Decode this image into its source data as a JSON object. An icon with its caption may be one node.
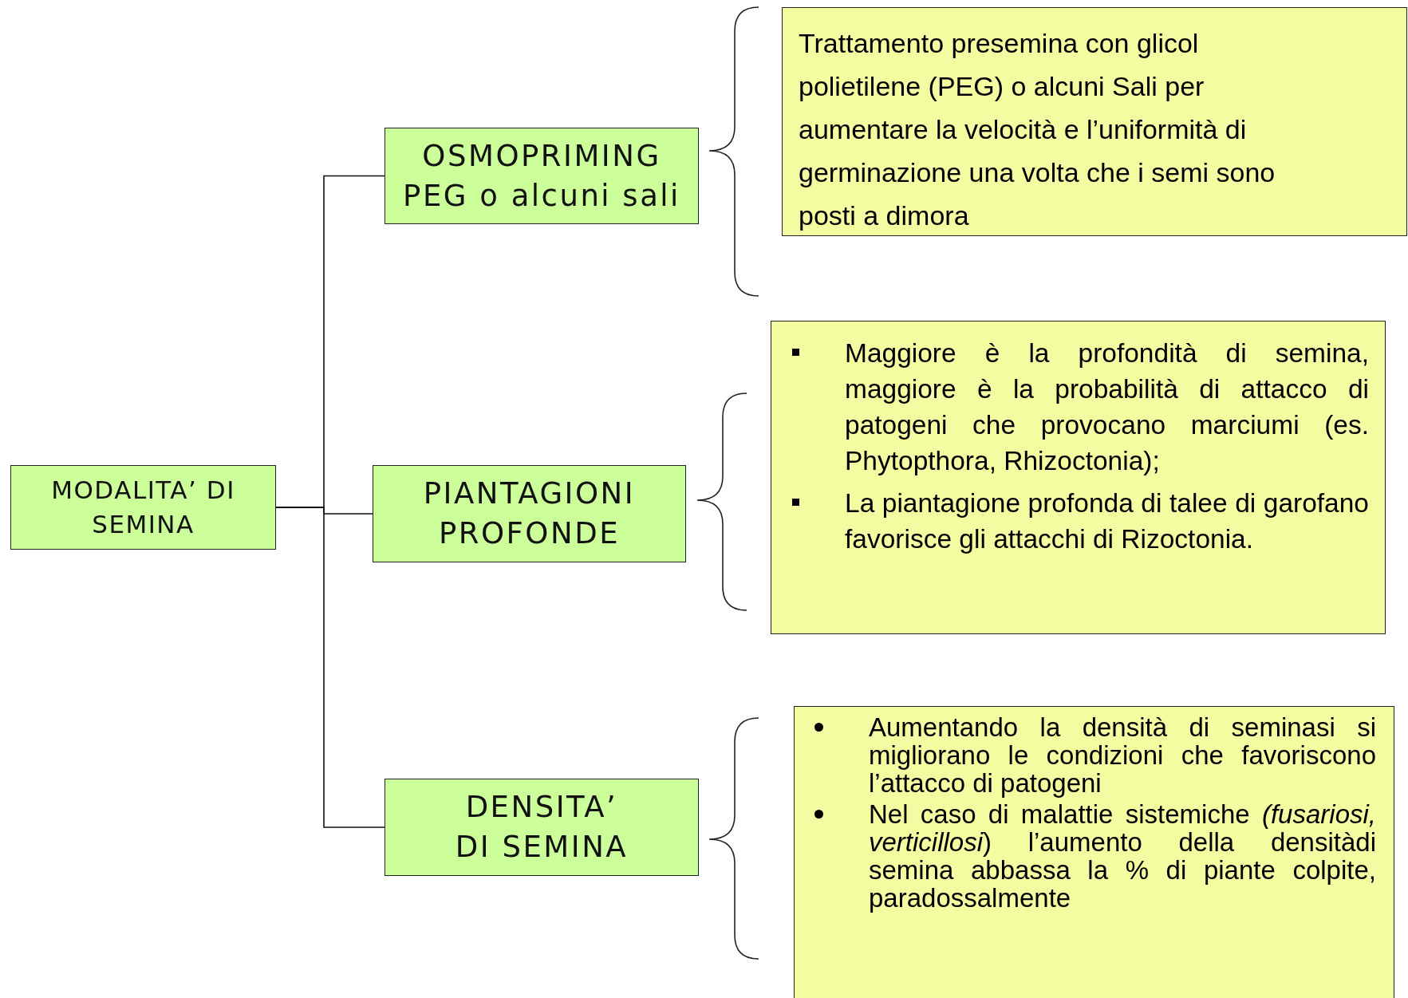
{
  "diagram": {
    "nodes": [
      {
        "text": [
          "MODALITA’ DI SEMINA"
        ]
      },
      {
        "text": [
          "OSMOPRIMING",
          "PEG o alcuni sali"
        ]
      },
      {
        "text": [
          "Trattamento presemina con glicol polietilene (PEG) o alcuni Sali per aumentare la velocità e l’uniformità di germinazione una volta che i semi sono posti a dimora"
        ]
      },
      {
        "text": [
          "PIANTAGIONI PROFONDE"
        ]
      },
      {
        "text": [
          "Maggiore è la profondità di semina, maggiore è la probabilità di attacco di patogeni che provocano marciumi (es. Phytopthora, Rhizoctonia);",
          "La piantagione profonda di talee di garofano favorisce gli attacchi di Rizoctonia."
        ]
      },
      {
        "text": [
          "DENSITA’",
          "DI SEMINA"
        ]
      },
      {
        "text": [
          "Aumentando la densità di seminasi si migliorano le condizioni che favoriscono l’attacco di patogeni",
          "Nel caso di malattie sistemiche *(fusariosi, verticillosi*) l’aumento della densitàdi semina abbassa la % di piante colpite, paradossalmente"
        ]
      }
    ],
    "edges": [
      {
        "from": 0,
        "to": 1,
        "arrow": "none"
      },
      {
        "from": 0,
        "to": 3,
        "arrow": "none"
      },
      {
        "from": 0,
        "to": 5,
        "arrow": "none"
      }
    ]
  }
}
